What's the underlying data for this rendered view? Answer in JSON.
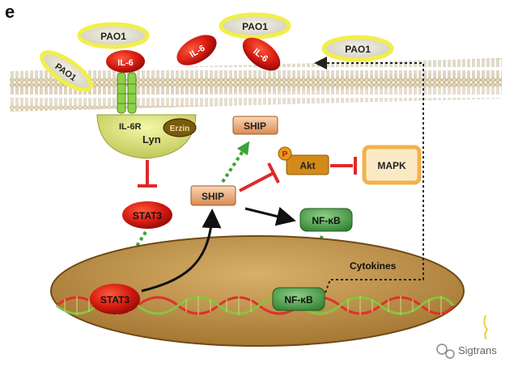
{
  "panel_letter": "e",
  "pao1": [
    "PAO1",
    "PAO1",
    "PAO1",
    "PAO1"
  ],
  "il6": [
    "IL-6",
    "IL-6",
    "IL-6"
  ],
  "receptor": {
    "il6r": "IL-6R",
    "erzin": "Erzin",
    "lyn": "Lyn"
  },
  "ship": [
    "SHIP",
    "SHIP"
  ],
  "akt": {
    "p": "P",
    "label": "Akt"
  },
  "mapk": "MAPK",
  "stat3": [
    "STAT3",
    "STAT3"
  ],
  "nfkb": [
    "NF-κB",
    "NF-κB"
  ],
  "cytokines": "Cytokines",
  "watermark": "Sigtrans",
  "colors": {
    "membrane": "#d9c9a0",
    "il6_red": "#d41a10",
    "ship_orange": "#e6a06a",
    "akt_orange": "#e8a020",
    "nfkb_green": "#3a9a3a",
    "nucleus": "#b8893d",
    "dna_red": "#e0302a",
    "dna_green": "#86c440",
    "inhibit_red": "#e0282a",
    "activate_green": "#3aa335"
  }
}
